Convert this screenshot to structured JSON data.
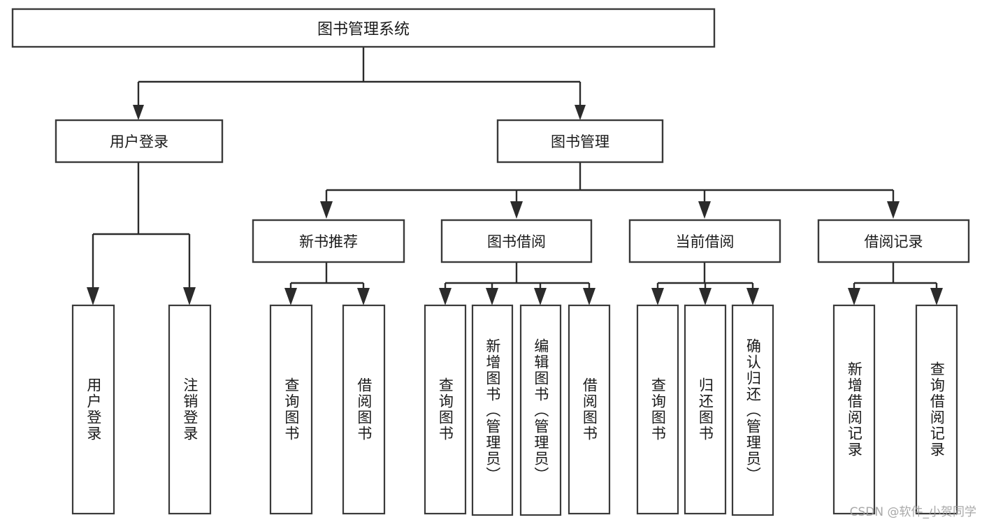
{
  "diagram": {
    "type": "tree-hierarchy",
    "title": "图书管理系统",
    "orientation": "top-down",
    "background_color": "#ffffff",
    "box_border_color": "#3a3a3a",
    "connector_color": "#2b2b2b",
    "text_color": "#1a1a1a"
  },
  "root": {
    "label": "图书管理系统"
  },
  "level2": [
    {
      "id": "user-login",
      "label": "用户登录"
    },
    {
      "id": "book-management",
      "label": "图书管理"
    }
  ],
  "level3": [
    {
      "id": "new-book-recommend",
      "label": "新书推荐",
      "parent": "book-management"
    },
    {
      "id": "book-borrow",
      "label": "图书借阅",
      "parent": "book-management"
    },
    {
      "id": "current-borrow",
      "label": "当前借阅",
      "parent": "book-management"
    },
    {
      "id": "borrow-record",
      "label": "借阅记录",
      "parent": "book-management"
    }
  ],
  "leaves": {
    "user_login": [
      {
        "id": "leaf-user-login",
        "label": "用户登录"
      },
      {
        "id": "leaf-logout",
        "label": "注销登录"
      }
    ],
    "new_book_recommend": [
      {
        "id": "leaf-query-book-1",
        "label": "查询图书"
      },
      {
        "id": "leaf-borrow-book-1",
        "label": "借阅图书"
      }
    ],
    "book_borrow": [
      {
        "id": "leaf-query-book-2",
        "label": "查询图书"
      },
      {
        "id": "leaf-add-book",
        "label": "新增图书（管理员）"
      },
      {
        "id": "leaf-edit-book",
        "label": "编辑图书（管理员）"
      },
      {
        "id": "leaf-borrow-book-2",
        "label": "借阅图书"
      }
    ],
    "current_borrow": [
      {
        "id": "leaf-query-book-3",
        "label": "查询图书"
      },
      {
        "id": "leaf-return-book",
        "label": "归还图书"
      },
      {
        "id": "leaf-confirm-return",
        "label": "确认归还（管理员）"
      }
    ],
    "borrow_record": [
      {
        "id": "leaf-add-record",
        "label": "新增借阅记录"
      },
      {
        "id": "leaf-query-record",
        "label": "查询借阅记录"
      }
    ]
  },
  "watermark": {
    "text": "CSDN @软件_小贺同学"
  }
}
